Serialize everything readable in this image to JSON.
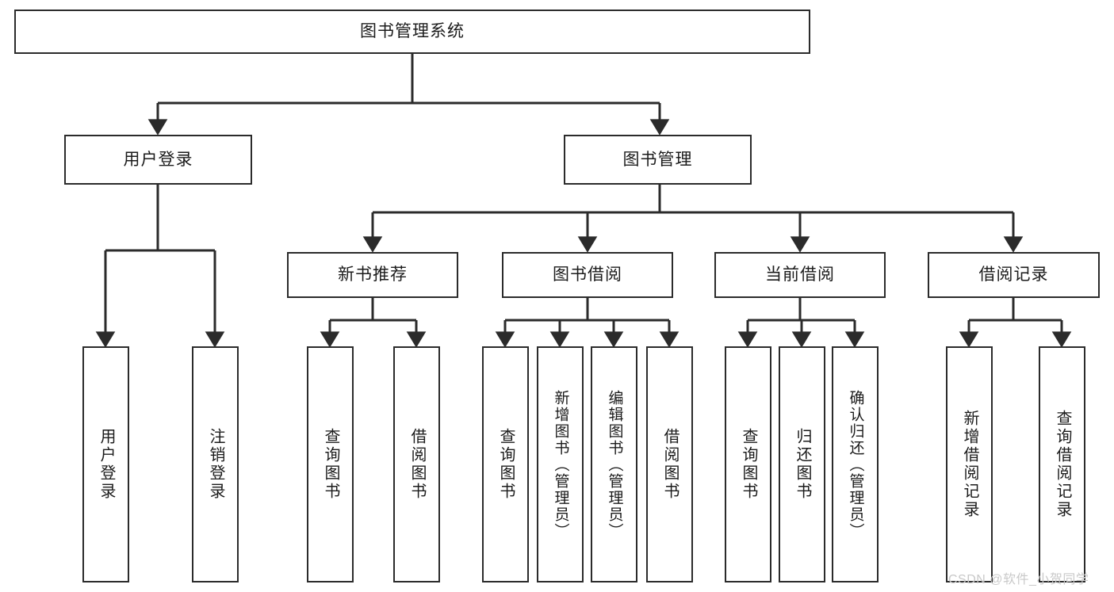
{
  "diagram": {
    "type": "hierarchy-tree",
    "title": "图书管理系统",
    "orientation": "top-down",
    "colors": {
      "box_border": "#2b2b2b",
      "box_fill": "#ffffff",
      "edge": "#2b2b2b",
      "text": "#1b1b1b",
      "watermark": "#c9c9c9"
    },
    "nodes": {
      "root": {
        "label": "图书管理系统"
      },
      "level2": [
        {
          "label": "用户登录"
        },
        {
          "label": "图书管理"
        }
      ],
      "level3": [
        {
          "label": "新书推荐"
        },
        {
          "label": "图书借阅"
        },
        {
          "label": "当前借阅"
        },
        {
          "label": "借阅记录"
        }
      ],
      "leaves": {
        "user_login": [
          {
            "label": "用户登录"
          },
          {
            "label": "注销登录"
          }
        ],
        "new_book_recommend": [
          {
            "label": "查询图书"
          },
          {
            "label": "借阅图书"
          }
        ],
        "book_borrow": [
          {
            "label": "查询图书"
          },
          {
            "label": "新增图书（管理员）"
          },
          {
            "label": "编辑图书（管理员）"
          },
          {
            "label": "借阅图书"
          }
        ],
        "current_borrow": [
          {
            "label": "查询图书"
          },
          {
            "label": "归还图书"
          },
          {
            "label": "确认归还（管理员）"
          }
        ],
        "borrow_record": [
          {
            "label": "新增借阅记录"
          },
          {
            "label": "查询借阅记录"
          }
        ]
      }
    }
  },
  "watermark": {
    "text": "CSDN @软件_小贺同学"
  }
}
